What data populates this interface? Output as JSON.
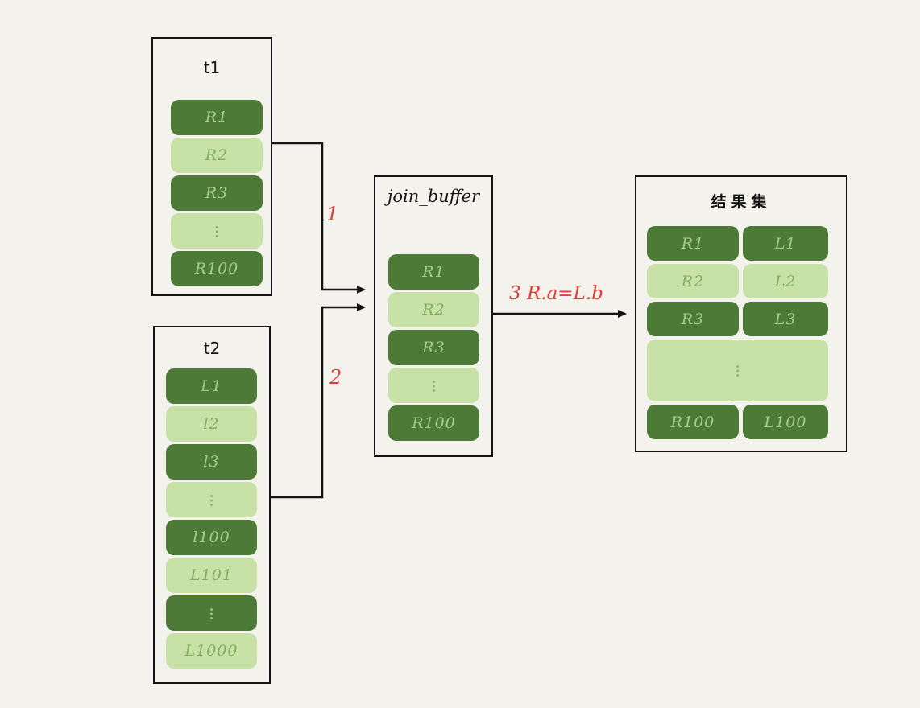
{
  "diagram": {
    "background": "#f4f2ed",
    "colors": {
      "row_dark_green": "#4e7a38",
      "row_light_green": "#c7e1a7",
      "text_on_dark": "#a6cd8c",
      "text_on_light": "#7fae5e",
      "line_black": "#141414",
      "annotation_red": "#e23c38"
    },
    "tables": {
      "t1": {
        "title": "t1",
        "rows": [
          "R1",
          "R2",
          "R3",
          "⋮",
          "R100"
        ]
      },
      "t2": {
        "title": "t2",
        "rows": [
          "L1",
          "l2",
          "l3",
          "⋮",
          "l100",
          "L101",
          "⋮",
          "L1000"
        ]
      },
      "join_buffer": {
        "title": "join_buffer",
        "rows": [
          "R1",
          "R2",
          "R3",
          "⋮",
          "R100"
        ]
      },
      "result": {
        "title": "结果集",
        "rows": [
          {
            "left": "R1",
            "right": "L1"
          },
          {
            "left": "R2",
            "right": "L2"
          },
          {
            "left": "R3",
            "right": "L3"
          },
          {
            "center": "⋮"
          },
          {
            "left": "R100",
            "right": "L100"
          }
        ]
      }
    },
    "annotations": {
      "step1": "1",
      "step2": "2",
      "step3": "3  R.a=L.b"
    }
  }
}
